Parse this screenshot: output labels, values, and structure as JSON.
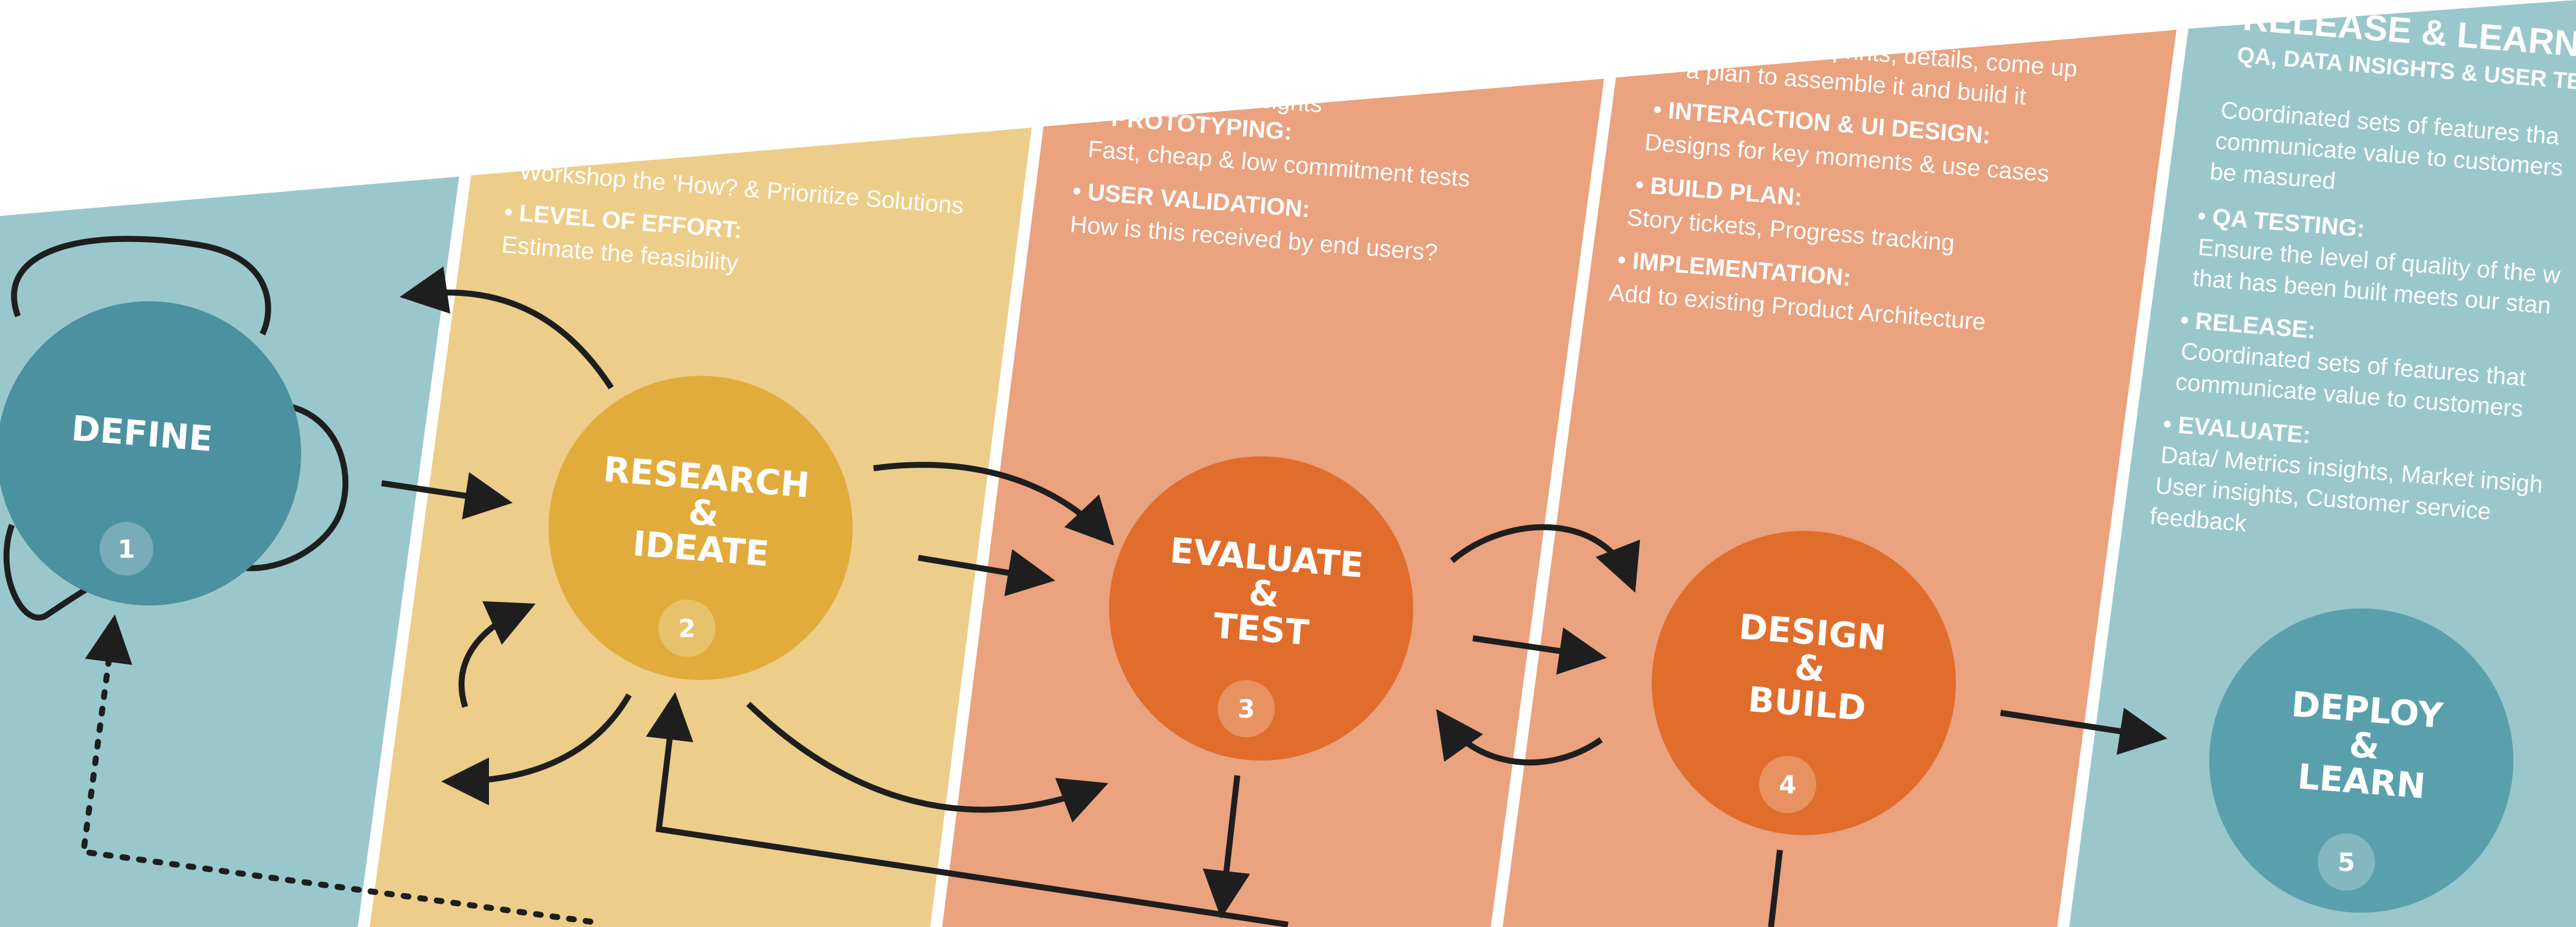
{
  "colors": {
    "define_bg": "#9ac7cc",
    "research_bg": "#edcd8a",
    "evaluate_bg": "#eaa27f",
    "design_bg": "#eaa27f",
    "release_bg": "#9ac7cc",
    "define_circle": "#4b91a0",
    "research_circle": "#e1ac3b",
    "evaluate_circle": "#e06d2c",
    "design_circle": "#e06d2c",
    "deploy_circle": "#5aa0ac",
    "arrow": "#1e1e1e"
  },
  "stages": [
    {
      "id": "define",
      "title_lines": [
        "DEFINE"
      ],
      "number": "1"
    },
    {
      "id": "research",
      "title_lines": [
        "RESEARCH",
        "&",
        "IDEATE"
      ],
      "number": "2"
    },
    {
      "id": "evaluate",
      "title_lines": [
        "EVALUATE",
        "&",
        "TEST"
      ],
      "number": "3"
    },
    {
      "id": "design",
      "title_lines": [
        "DESIGN",
        "&",
        "BUILD"
      ],
      "number": "4"
    },
    {
      "id": "deploy",
      "title_lines": [
        "DEPLOY",
        "&",
        "LEARN"
      ],
      "number": "5"
    }
  ],
  "research_panel": {
    "lines": [
      {
        "text": "Workshop the 'How? & Prioritize Solutions",
        "bold": false
      },
      {
        "text": "• LEVEL OF EFFORT:",
        "bold": true
      },
      {
        "text": "Estimate the feasibility",
        "bold": false
      }
    ]
  },
  "evaluate_panel": {
    "lines": [
      {
        "text": "insights",
        "bold": false
      },
      {
        "text": "• PROTOTYPING:",
        "bold": true
      },
      {
        "text": "Fast, cheap & low commitment tests",
        "bold": false
      },
      {
        "text": "• USER VALIDATION:",
        "bold": true
      },
      {
        "text": "How is this received by end users?",
        "bold": false
      }
    ]
  },
  "design_panel": {
    "lines": [
      {
        "text": "eprints, details, come up",
        "bold": false
      },
      {
        "text": "a plan to assemble it and build it",
        "bold": false
      },
      {
        "text": "• INTERACTION & UI DESIGN:",
        "bold": true
      },
      {
        "text": "Designs for key moments & use cases",
        "bold": false
      },
      {
        "text": "• BUILD PLAN:",
        "bold": true
      },
      {
        "text": "Story tickets, Progress tracking",
        "bold": false
      },
      {
        "text": "• IMPLEMENTATION:",
        "bold": true
      },
      {
        "text": "Add to existing Product Architecture",
        "bold": false
      }
    ]
  },
  "release_panel": {
    "title": "RELEASE & LEARN",
    "subtitle": "QA, DATA INSIGHTS & USER TEST",
    "lines": [
      {
        "text": "Coordinated sets of features tha",
        "bold": false
      },
      {
        "text": "communicate value to customers",
        "bold": false
      },
      {
        "text": "be masured",
        "bold": false
      },
      {
        "text": "• QA TESTING:",
        "bold": true
      },
      {
        "text": "Ensure the level of quality of the w",
        "bold": false
      },
      {
        "text": "that has been built meets our stan",
        "bold": false
      },
      {
        "text": "• RELEASE:",
        "bold": true
      },
      {
        "text": "Coordinated sets of features that",
        "bold": false
      },
      {
        "text": "communicate value to customers",
        "bold": false
      },
      {
        "text": "• EVALUATE:",
        "bold": true
      },
      {
        "text": "Data/ Metrics insights, Market insigh",
        "bold": false
      },
      {
        "text": "User insights, Customer service",
        "bold": false
      },
      {
        "text": "feedback",
        "bold": false
      }
    ]
  }
}
